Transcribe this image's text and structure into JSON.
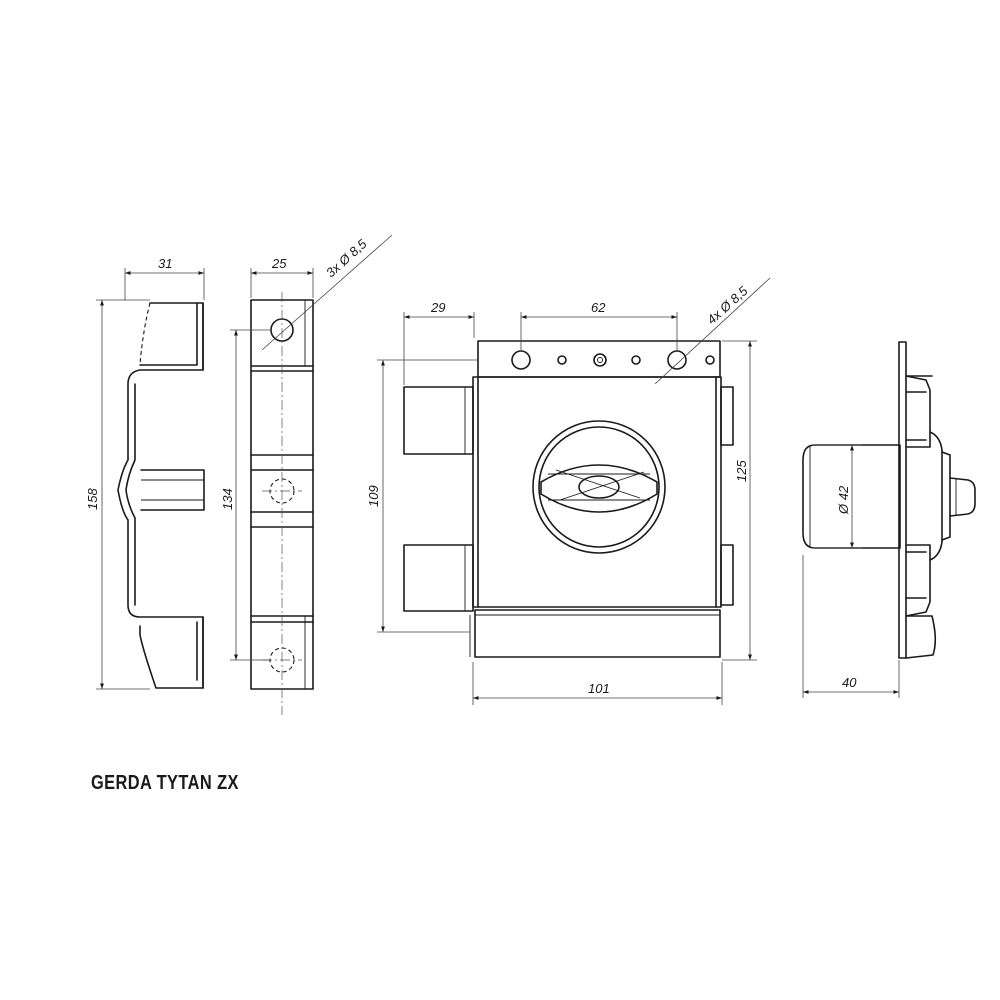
{
  "title": "GERDA TYTAN ZX",
  "dimensions": {
    "strike_width": "31",
    "strike_height": "158",
    "plate_width": "25",
    "plate_height": "134",
    "plate_holes": "3x  Ø 8,5",
    "bolt_offset": "29",
    "hole_spacing": "62",
    "body_holes": "4x  Ø 8,5",
    "body_height": "109",
    "total_height": "125",
    "body_width": "101",
    "cylinder_diameter": "Ø 42",
    "side_depth": "40"
  }
}
